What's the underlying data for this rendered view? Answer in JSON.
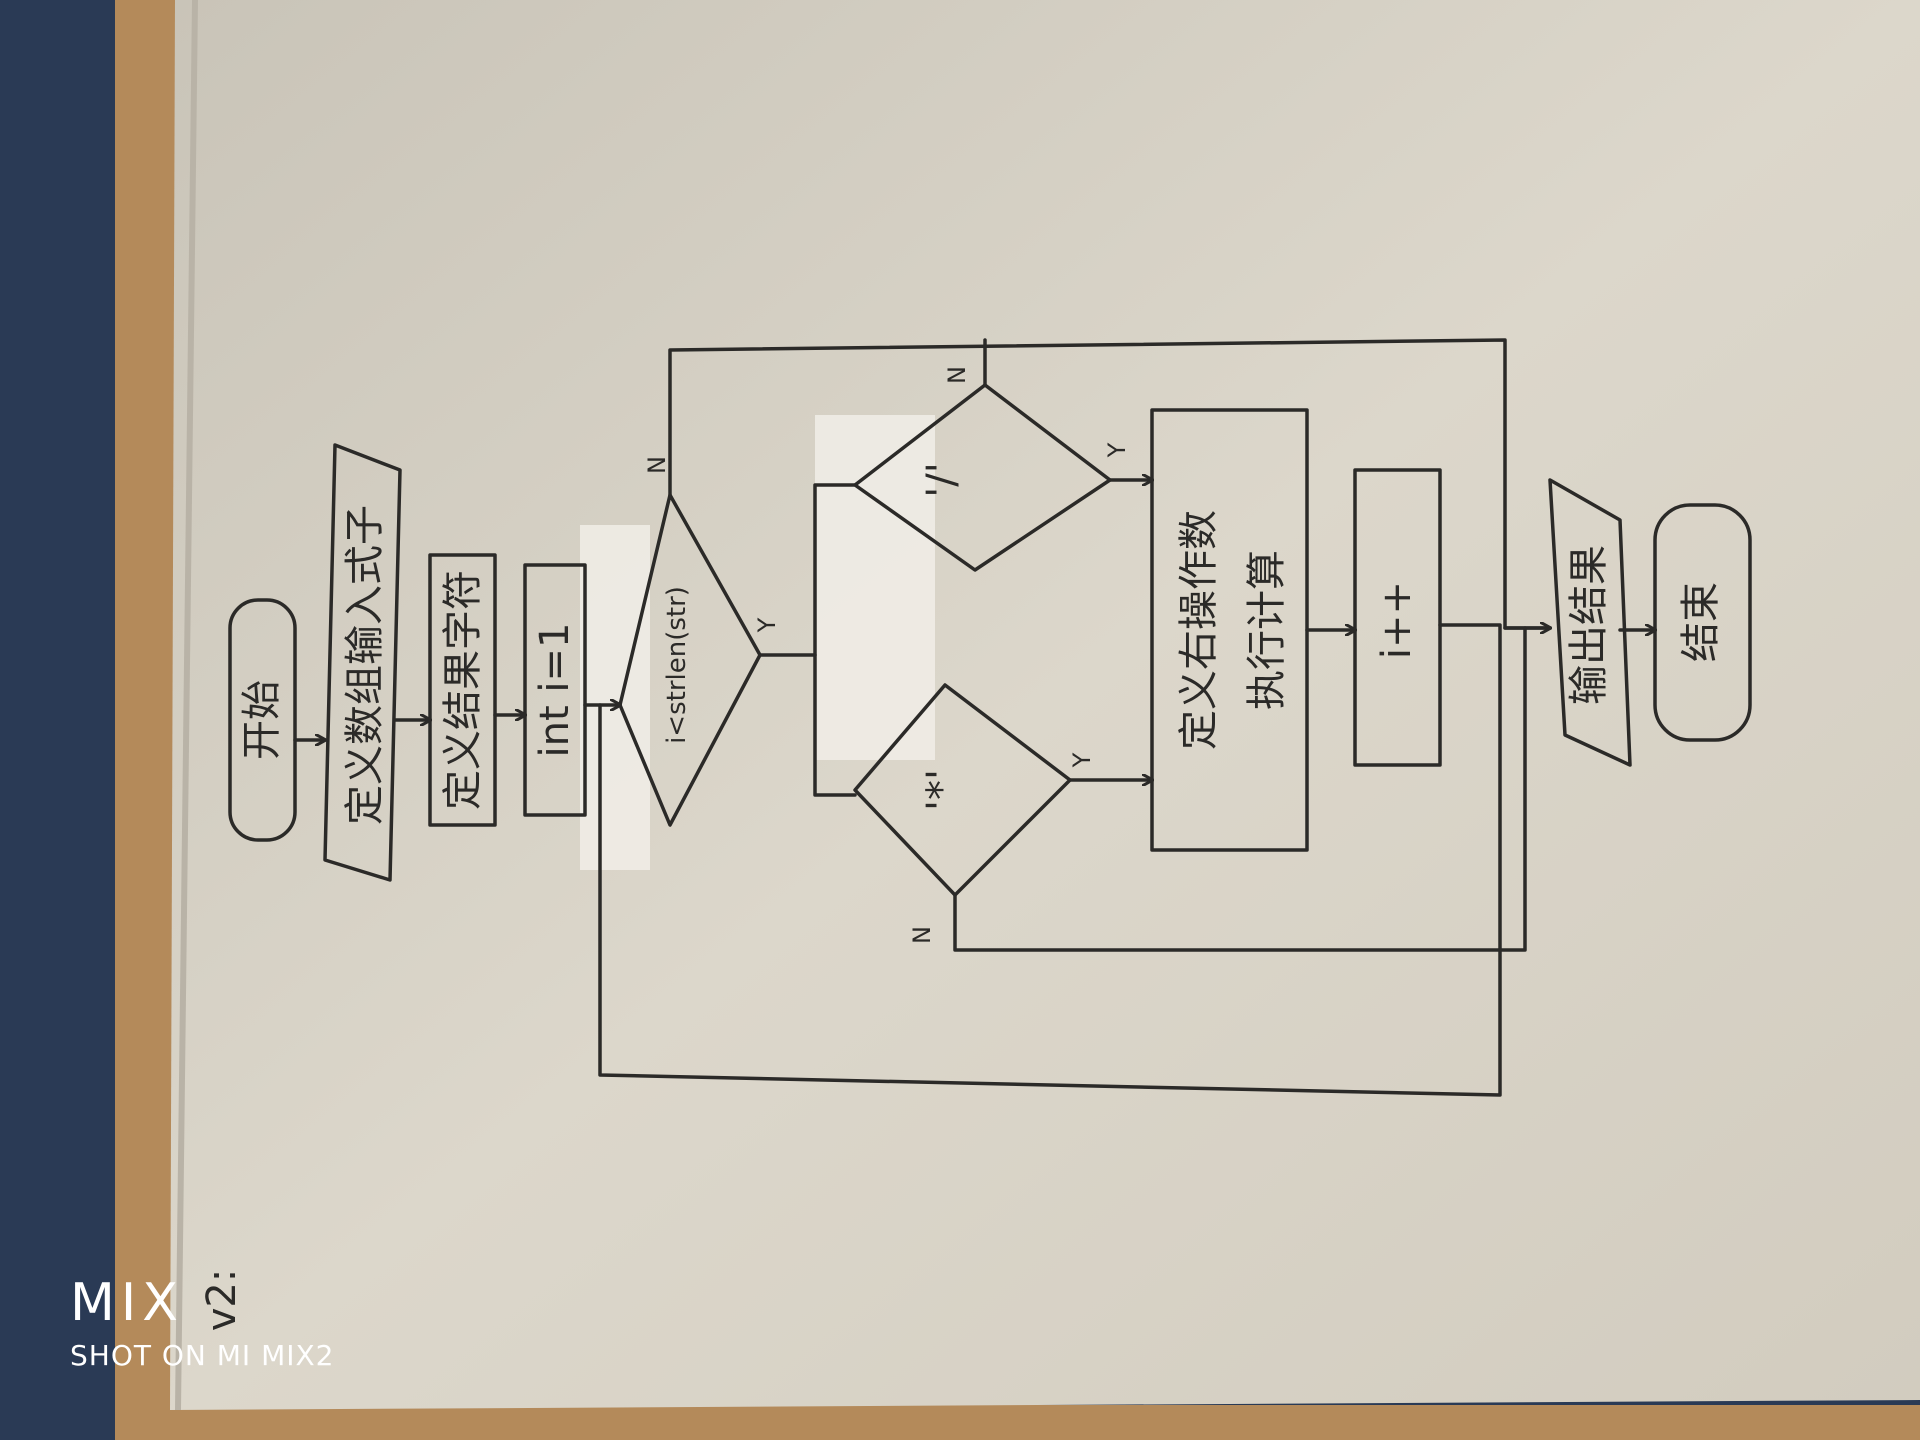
{
  "nodes": {
    "start": "开始",
    "define_input": "定义数组输入式子",
    "define_result": "定义结果字符",
    "init_i": "int i=1",
    "loop_cond": "i<strlen(str)",
    "is_div": "'/'",
    "is_mul": "'*'",
    "compute": [
      "定义右操作数",
      "执行计算"
    ],
    "increment": "i++",
    "output": "输出结果",
    "end": "结束"
  },
  "branch_labels": {
    "yes": "Y",
    "no": "N"
  },
  "margin_note": "v2:",
  "watermark": {
    "brand": "MIX",
    "caption": "SHOT ON MI MIX2"
  },
  "colors": {
    "paper": "#d9d4c8",
    "ink": "#2b2a28",
    "cover": "#2a3a55",
    "wood": "#b48a5a"
  }
}
